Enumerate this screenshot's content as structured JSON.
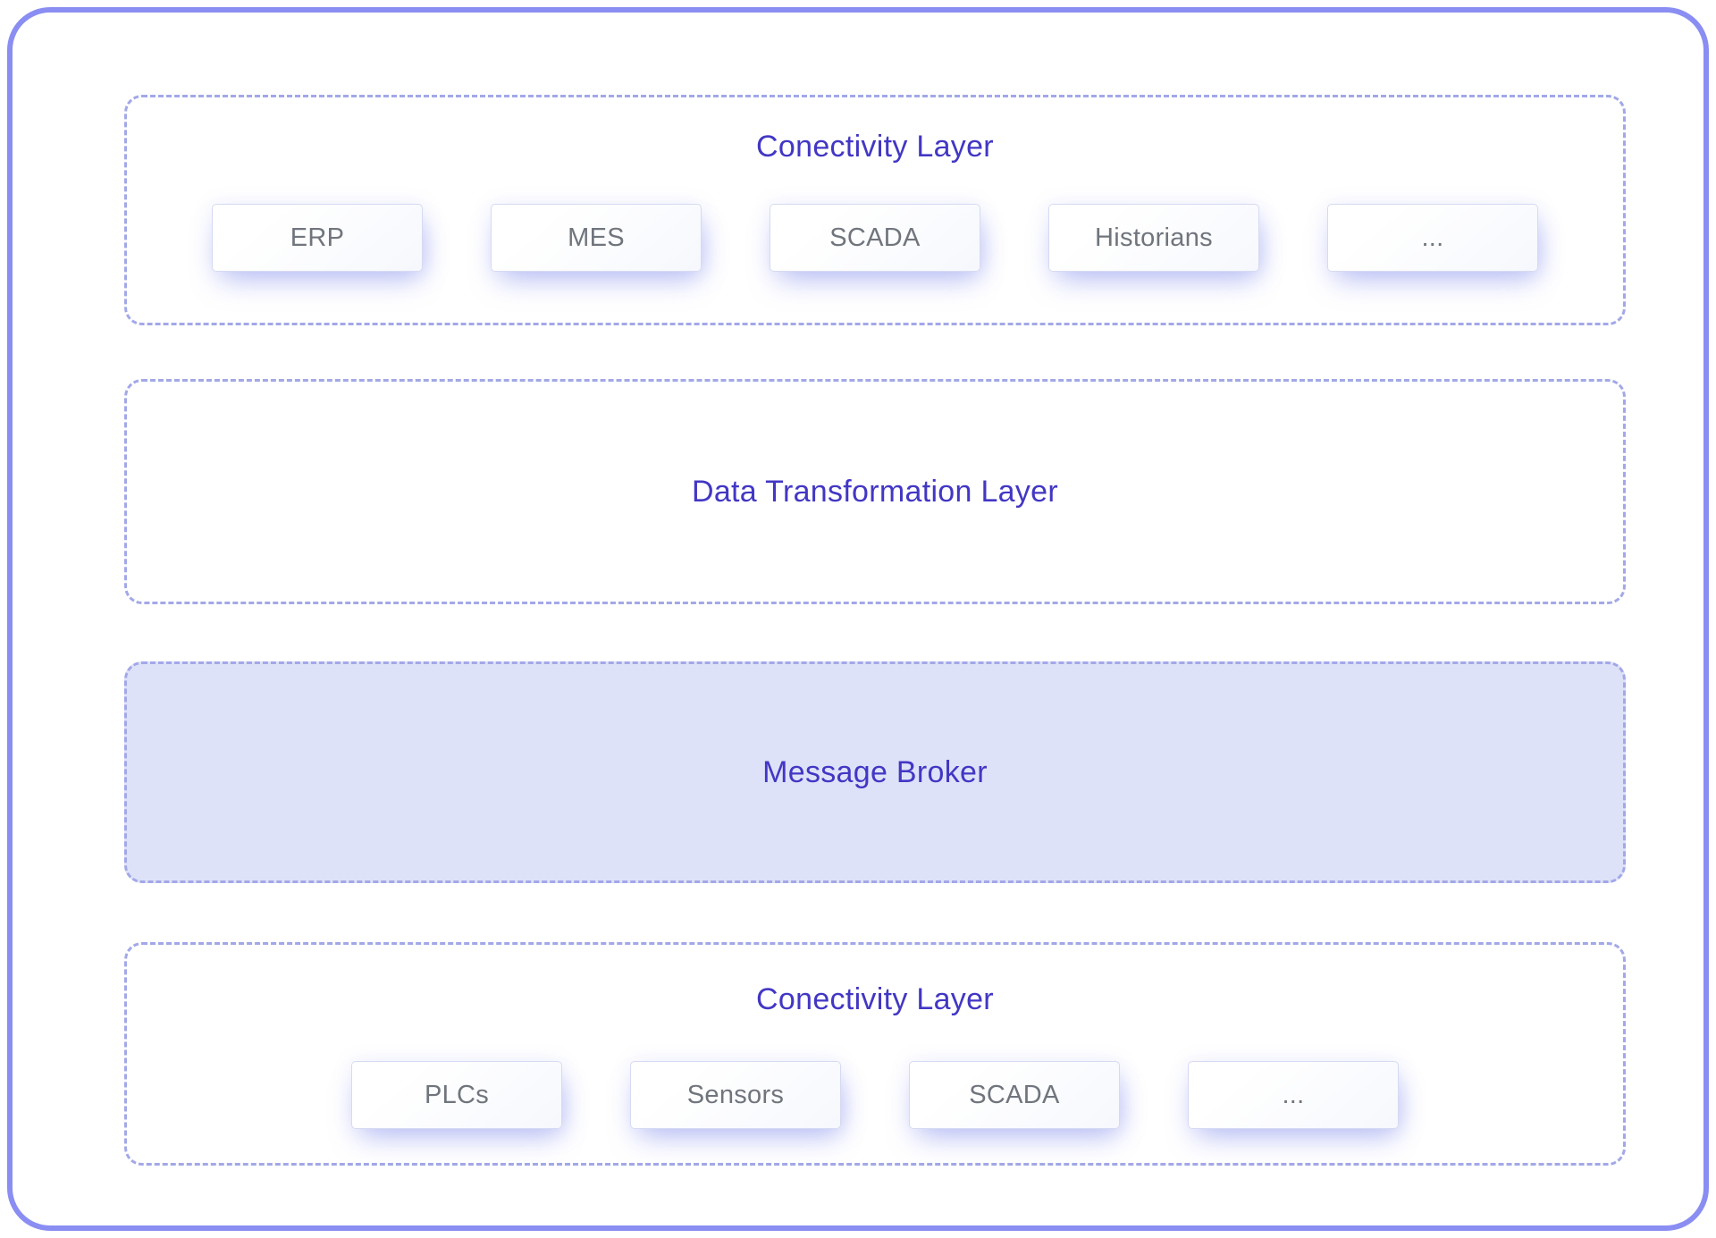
{
  "diagram": {
    "colors": {
      "outer_border": "#8a8ef2",
      "dashed_border": "#a2a8e7",
      "title_text": "#4237c4",
      "broker_fill": "#dee2f8",
      "chip_text": "#70757d",
      "chip_border": "#d6daf2"
    },
    "layers": [
      {
        "id": "connectivity-top",
        "title": "Conectivity Layer",
        "items": [
          "ERP",
          "MES",
          "SCADA",
          "Historians",
          "..."
        ]
      },
      {
        "id": "data-transformation",
        "title": "Data Transformation Layer",
        "items": []
      },
      {
        "id": "message-broker",
        "title": "Message Broker",
        "items": []
      },
      {
        "id": "connectivity-bottom",
        "title": "Conectivity Layer",
        "items": [
          "PLCs",
          "Sensors",
          "SCADA",
          "..."
        ]
      }
    ]
  }
}
